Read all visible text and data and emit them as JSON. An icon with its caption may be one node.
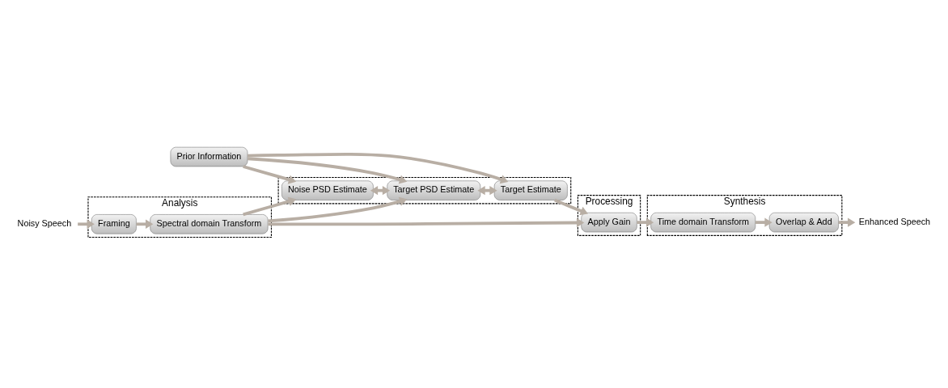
{
  "diagram": {
    "nodes": [
      {
        "text": [
          "Analysis"
        ]
      },
      {
        "text": [
          "Framing"
        ],
        "in": 0
      },
      {
        "text": [
          "Spectral domain Transform"
        ],
        "in": 0
      },
      {
        "text": [
          "Processing"
        ]
      },
      {
        "text": [
          "Apply Gain"
        ],
        "in": 3
      },
      {
        "text": [
          "Synthesis"
        ]
      },
      {
        "text": [
          "Time domain Transform"
        ],
        "in": 5
      },
      {
        "text": [
          "Overlap & Add"
        ],
        "in": 5
      },
      {
        "text": [],
        "shape": "box"
      },
      {
        "text": [
          "Noise PSD Estimate"
        ],
        "in": 8
      },
      {
        "text": [
          "Target PSD Estimate"
        ],
        "in": 8
      },
      {
        "text": [
          "Target Estimate"
        ],
        "in": 8
      },
      {
        "text": [
          "Prior Information"
        ]
      },
      {
        "text": [
          "Noisy Speech"
        ]
      },
      {
        "text": [
          "Enhanced Speech"
        ]
      }
    ],
    "edges": [
      {
        "from": 13,
        "to": 1,
        "arrow": "to"
      },
      {
        "from": 1,
        "to": 2,
        "arrow": "to"
      },
      {
        "from": 2,
        "to": 4,
        "arrow": "to"
      },
      {
        "from": 4,
        "to": 6,
        "arrow": "to"
      },
      {
        "from": 6,
        "to": 7,
        "arrow": "to"
      },
      {
        "from": 7,
        "to": 14,
        "arrow": "to"
      },
      {
        "from": 2,
        "to": 9,
        "arrow": "to"
      },
      {
        "from": 2,
        "to": 10,
        "arrow": "to"
      },
      {
        "from": 9,
        "to": 10,
        "arrow": "both"
      },
      {
        "from": 10,
        "to": 11,
        "arrow": "both"
      },
      {
        "from": 11,
        "to": 4,
        "arrow": "to"
      },
      {
        "from": 12,
        "to": 9,
        "arrow": "to"
      },
      {
        "from": 12,
        "to": 10,
        "arrow": "to"
      },
      {
        "from": 12,
        "to": 11,
        "arrow": "to"
      }
    ]
  }
}
